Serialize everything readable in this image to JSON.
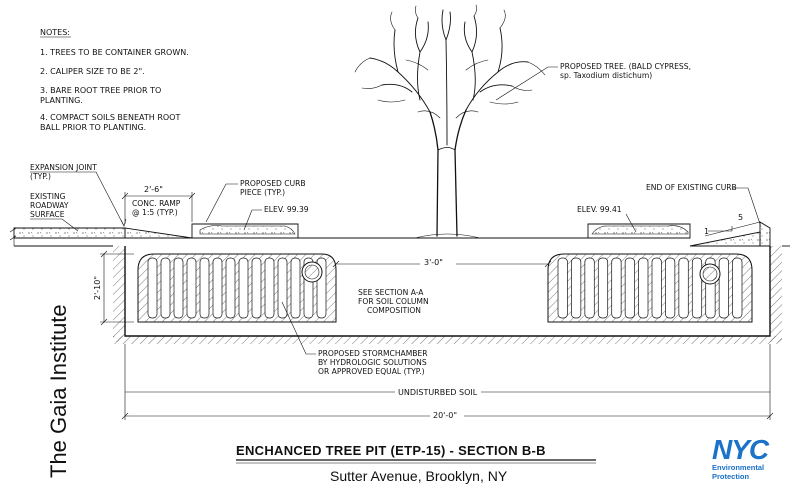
{
  "notes": {
    "heading": "NOTES:",
    "items": [
      "1. TREES TO BE CONTAINER GROWN.",
      "2. CALIPER SIZE TO BE 2\".",
      "3. BARE ROOT TREE PRIOR TO",
      "PLANTING.",
      "4. COMPACT SOILS BENEATH ROOT",
      "BALL PRIOR TO PLANTING."
    ]
  },
  "labels": {
    "expansion_joint_1": "EXPANSION JOINT",
    "expansion_joint_2": "(TYP.)",
    "existing_roadway_1": "EXISTING",
    "existing_roadway_2": "ROADWAY",
    "existing_roadway_3": "SURFACE",
    "proposed_curb_1": "PROPOSED CURB",
    "proposed_curb_2": "PIECE (TYP.)",
    "elev_left": "ELEV. 99.39",
    "elev_right": "ELEV. 99.41",
    "conc_ramp_1": "CONC. RAMP",
    "conc_ramp_2": "@ 1:5 (TYP.)",
    "proposed_tree_1": "PROPOSED TREE. (BALD CYPRESS,",
    "proposed_tree_2": "sp. Taxodium distichum)",
    "end_curb": "END OF EXISTING CURB",
    "ramp_ratio_1": "1",
    "ramp_ratio_5": "5",
    "see_section_1": "SEE SECTION A-A",
    "see_section_2": "FOR SOIL COLUMN",
    "see_section_3": "COMPOSITION",
    "stormchamber_1": "PROPOSED STORMCHAMBER",
    "stormchamber_2": "BY HYDROLOGIC SOLUTIONS",
    "stormchamber_3": "OR APPROVED EQUAL (TYP.)",
    "undisturbed_soil": "UNDISTURBED SOIL"
  },
  "dimensions": {
    "ramp_width": "2'-6\"",
    "gap_width": "3'-0\"",
    "chamber_height": "2'-10\"",
    "total_width": "20'-0\""
  },
  "title": "ENCHANCED TREE PIT (ETP-15) - SECTION B-B",
  "subtitle": "Sutter Avenue, Brooklyn, NY",
  "institute": "The Gaia Institute",
  "logo": {
    "mark": "NYC",
    "line1": "Environmental",
    "line2": "Protection",
    "color": "#1a72c9"
  }
}
